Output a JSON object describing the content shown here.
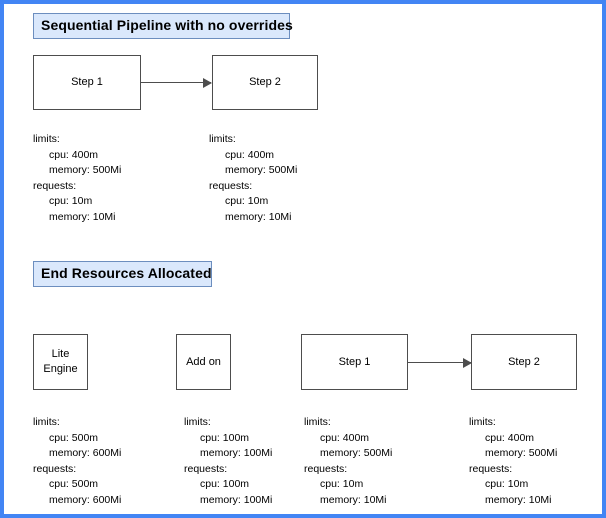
{
  "sections": [
    {
      "id": "sequential-pipeline",
      "title": "Sequential Pipeline with no overrides",
      "nodes": [
        {
          "id": "step-1",
          "label": "Step 1"
        },
        {
          "id": "step-2",
          "label": "Step 2"
        }
      ],
      "specs": [
        {
          "id": "spec-step-1",
          "limits_key": "limits:",
          "limits_cpu": "cpu: 400m",
          "limits_memory": "memory: 500Mi",
          "requests_key": "requests:",
          "requests_cpu": "cpu: 10m",
          "requests_memory": "memory: 10Mi"
        },
        {
          "id": "spec-step-2",
          "limits_key": "limits:",
          "limits_cpu": "cpu: 400m",
          "limits_memory": "memory: 500Mi",
          "requests_key": "requests:",
          "requests_cpu": "cpu: 10m",
          "requests_memory": "memory: 10Mi"
        }
      ]
    },
    {
      "id": "end-resources-allocated",
      "title": "End Resources Allocated",
      "nodes": [
        {
          "id": "lite-engine",
          "label": "Lite\nEngine"
        },
        {
          "id": "add-on",
          "label": "Add on"
        },
        {
          "id": "step-1",
          "label": "Step 1"
        },
        {
          "id": "step-2",
          "label": "Step 2"
        }
      ],
      "specs": [
        {
          "id": "spec-lite-engine",
          "limits_key": "limits:",
          "limits_cpu": "cpu: 500m",
          "limits_memory": "memory: 600Mi",
          "requests_key": "requests:",
          "requests_cpu": "cpu: 500m",
          "requests_memory": "memory: 600Mi"
        },
        {
          "id": "spec-add-on",
          "limits_key": "limits:",
          "limits_cpu": "cpu: 100m",
          "limits_memory": "memory: 100Mi",
          "requests_key": "requests:",
          "requests_cpu": "cpu: 100m",
          "requests_memory": "memory: 100Mi"
        },
        {
          "id": "spec-step-1",
          "limits_key": "limits:",
          "limits_cpu": "cpu: 400m",
          "limits_memory": "memory: 500Mi",
          "requests_key": "requests:",
          "requests_cpu": "cpu: 10m",
          "requests_memory": "memory: 10Mi"
        },
        {
          "id": "spec-step-2",
          "limits_key": "limits:",
          "limits_cpu": "cpu: 400m",
          "limits_memory": "memory: 500Mi",
          "requests_key": "requests:",
          "requests_cpu": "cpu: 10m",
          "requests_memory": "memory: 10Mi"
        }
      ]
    }
  ],
  "colors": {
    "page_border": "#4285f4",
    "chip_fill": "#dae8fc",
    "chip_border": "#6c8ebf",
    "node_border": "#4d4d4d",
    "text": "#000000"
  }
}
